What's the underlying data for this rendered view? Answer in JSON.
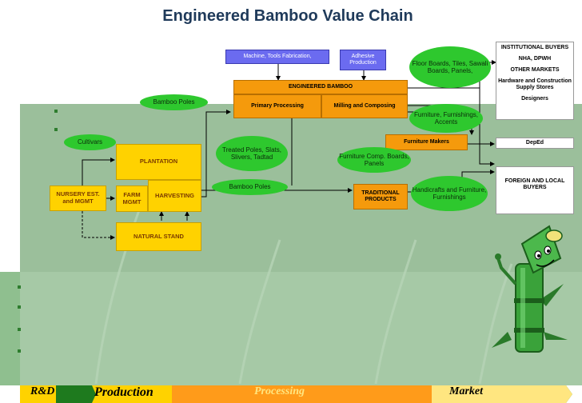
{
  "title": "Engineered Bamboo Value Chain",
  "boxes": {
    "machine": "Machine, Tools Fabrication,",
    "adhesive": "Adhesive Production",
    "engineered": "ENGINEERED BAMBOO",
    "primary": "Primary Processing",
    "milling": "Milling and Composing",
    "plantation": "PLANTATION",
    "nursery": "NURSERY EST. and MGMT",
    "farm": "FARM MGMT",
    "harvesting": "HARVESTING",
    "natural": "NATURAL STAND",
    "furniture_makers": "Furniture Makers",
    "traditional": "TRADITIONAL PRODUCTS",
    "institutional": "INSTITUTIONAL BUYERS",
    "nha": "NHA, DPWH",
    "other_markets": "OTHER MARKETS",
    "hardware": "Hardware and Construction Supply Stores",
    "designers": "Designers",
    "deped": "DepEd",
    "foreign": "FOREIGN AND LOCAL BUYERS"
  },
  "ovals": {
    "cultivars": "Cultivars",
    "bamboo_poles_top": "Bamboo Poles",
    "treated": "Treated Poles, Slats, Slivers, Tadtad",
    "bamboo_poles_mid": "Bamboo Poles",
    "floor": "Floor Boards, Tiles, Sawali Boards, Panels,",
    "furniture": "Furniture, Furnishings, Accents",
    "furniture_comp": "Furniture Comp. Boards, Panels",
    "handicrafts": "Handicrafts and Furniture, Furnishings"
  },
  "bottom_bar": {
    "rd": "R&D",
    "production": "Production",
    "processing": "Processing",
    "market": "Market"
  },
  "colors": {
    "yellow_box": "#ffd200",
    "orange_box": "#f59a0c",
    "blue_box": "#6b6bf0",
    "green_oval": "#2ec82e",
    "title": "#1f3a5a",
    "bar_green": "#1e7a1e"
  }
}
